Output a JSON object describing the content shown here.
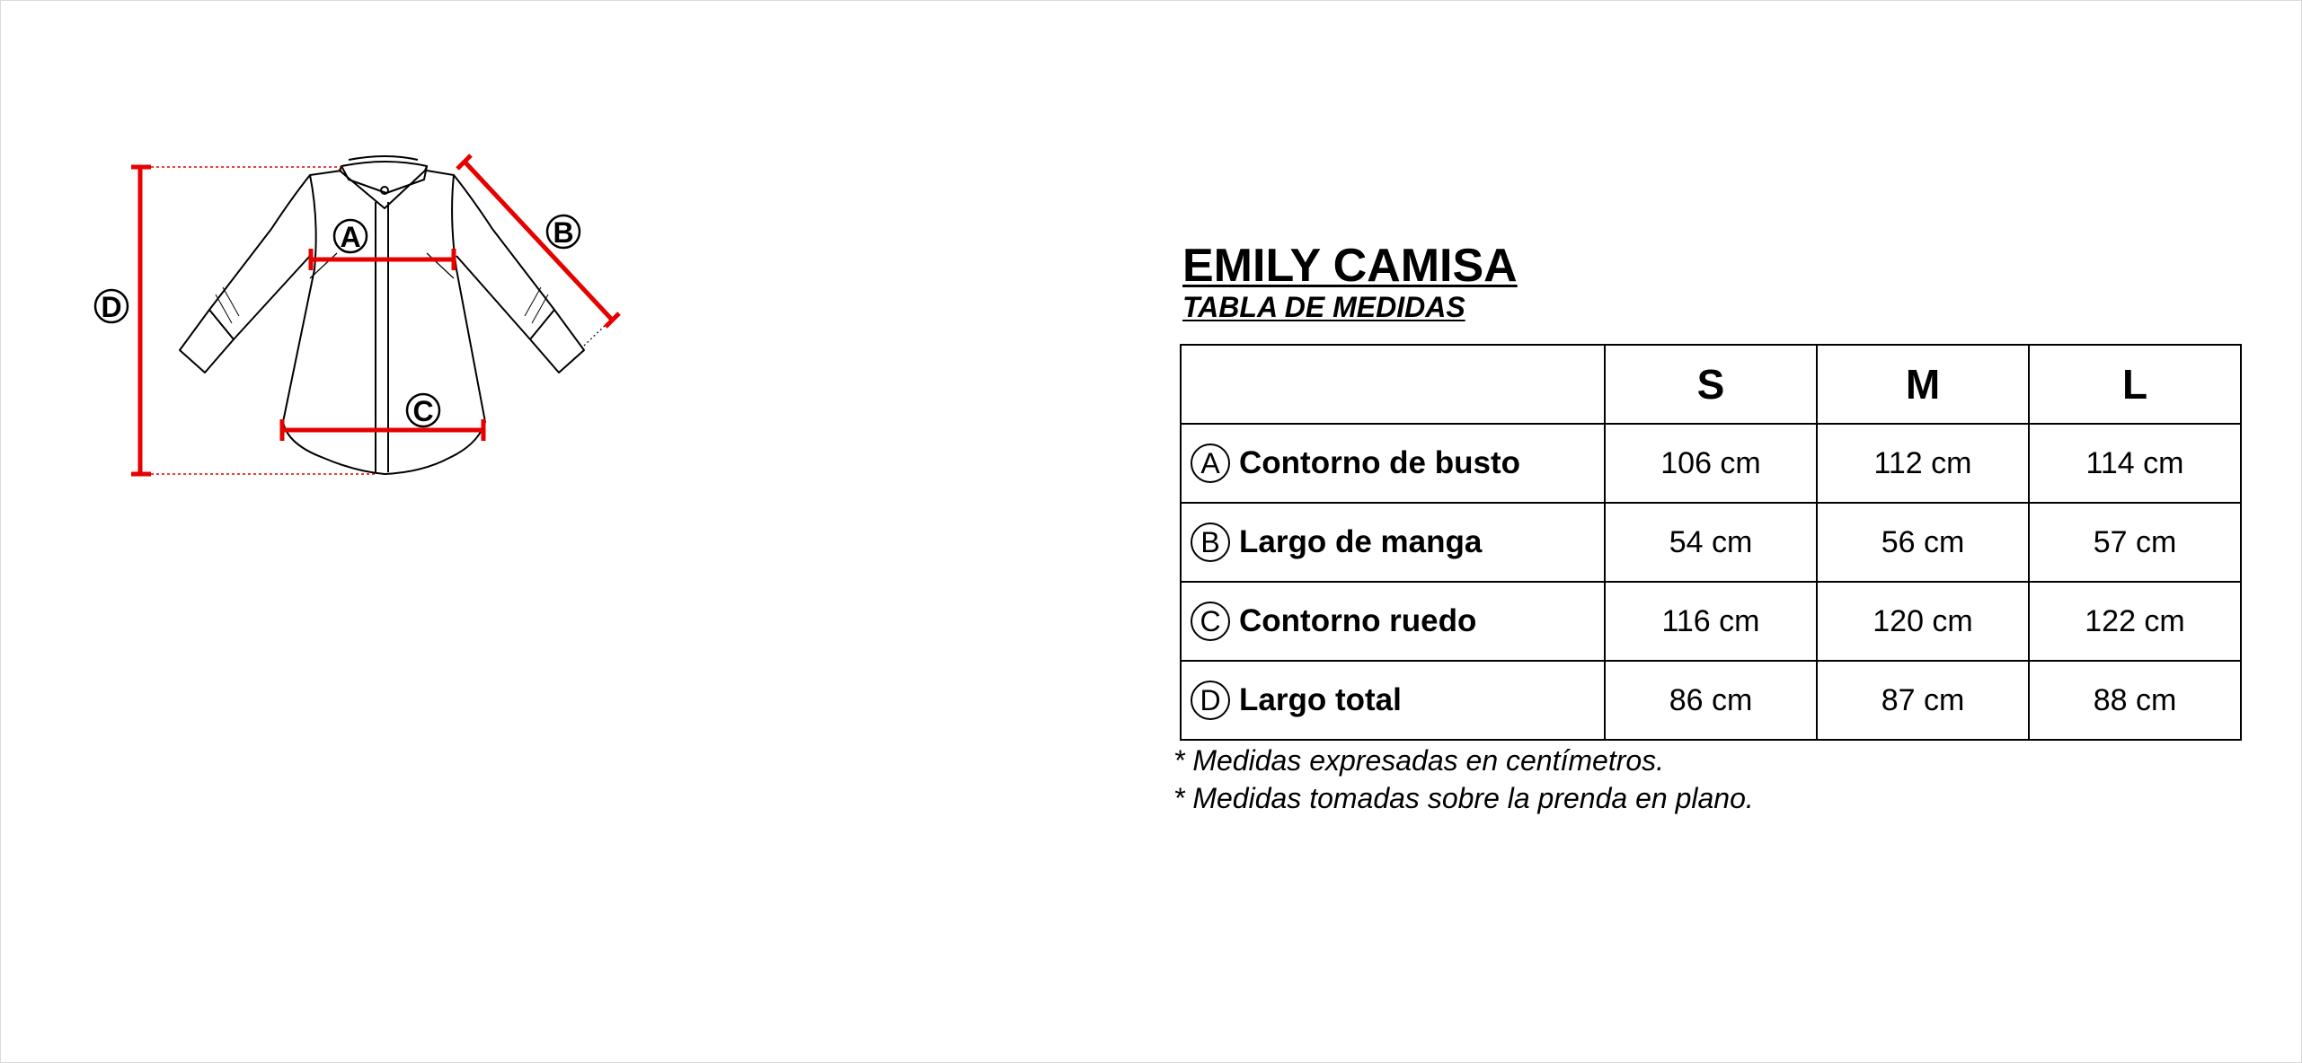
{
  "title": "EMILY CAMISA",
  "subtitle": "TABLA DE MEDIDAS",
  "sizes": [
    "S",
    "M",
    "L"
  ],
  "rows": [
    {
      "letter": "A",
      "label": "Contorno de busto",
      "values": [
        "106 cm",
        "112 cm",
        "114 cm"
      ]
    },
    {
      "letter": "B",
      "label": "Largo de manga",
      "values": [
        "54 cm",
        "56 cm",
        "57 cm"
      ]
    },
    {
      "letter": "C",
      "label": "Contorno ruedo",
      "values": [
        "116 cm",
        "120 cm",
        "122 cm"
      ]
    },
    {
      "letter": "D",
      "label": "Largo total",
      "values": [
        "86 cm",
        "87 cm",
        "88 cm"
      ]
    }
  ],
  "notes": [
    "* Medidas expresadas en centímetros.",
    "* Medidas tomadas sobre la prenda en plano."
  ],
  "diagram_labels": {
    "a": "A",
    "b": "B",
    "c": "C",
    "d": "D"
  },
  "colors": {
    "measure_line": "#e60000",
    "outline": "#000000"
  }
}
